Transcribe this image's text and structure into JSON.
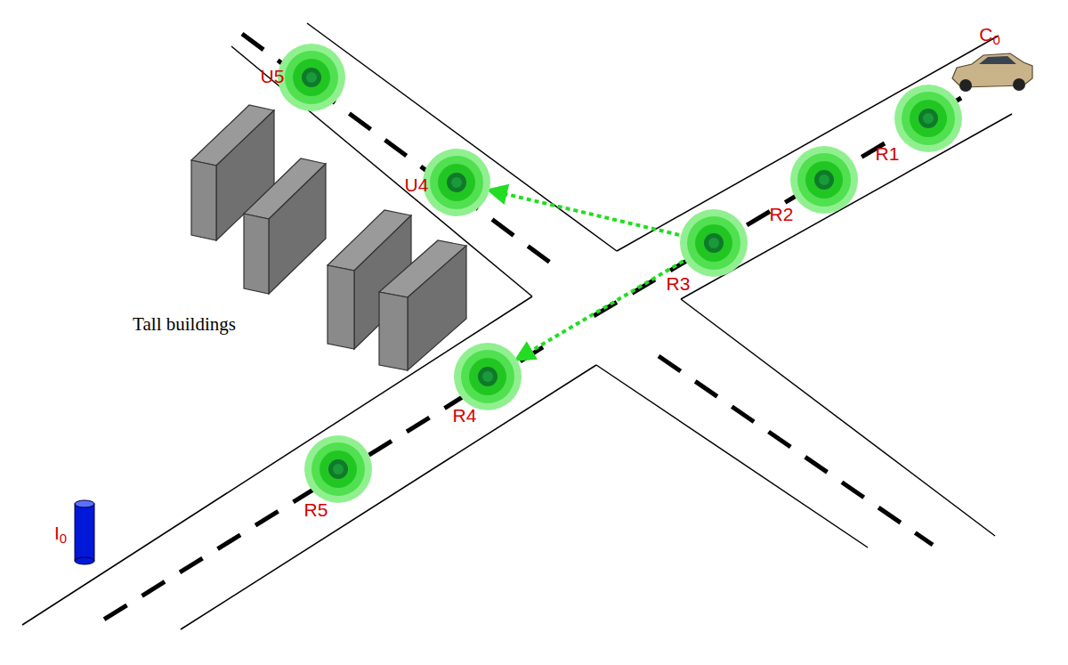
{
  "diagram": {
    "nodes": [
      {
        "text": [
          "U5"
        ]
      },
      {
        "text": [
          "U4"
        ]
      },
      {
        "text": [
          "R1"
        ]
      },
      {
        "text": [
          "R2"
        ]
      },
      {
        "text": [
          "R3"
        ]
      },
      {
        "text": [
          "R4"
        ]
      },
      {
        "text": [
          "R5"
        ]
      }
    ],
    "edges": [
      {
        "from": 4,
        "to": 1,
        "arrow": "to"
      },
      {
        "from": 4,
        "to": 5,
        "arrow": "to"
      }
    ],
    "labels": [
      "C0",
      "I0",
      "Tall buildings"
    ]
  }
}
